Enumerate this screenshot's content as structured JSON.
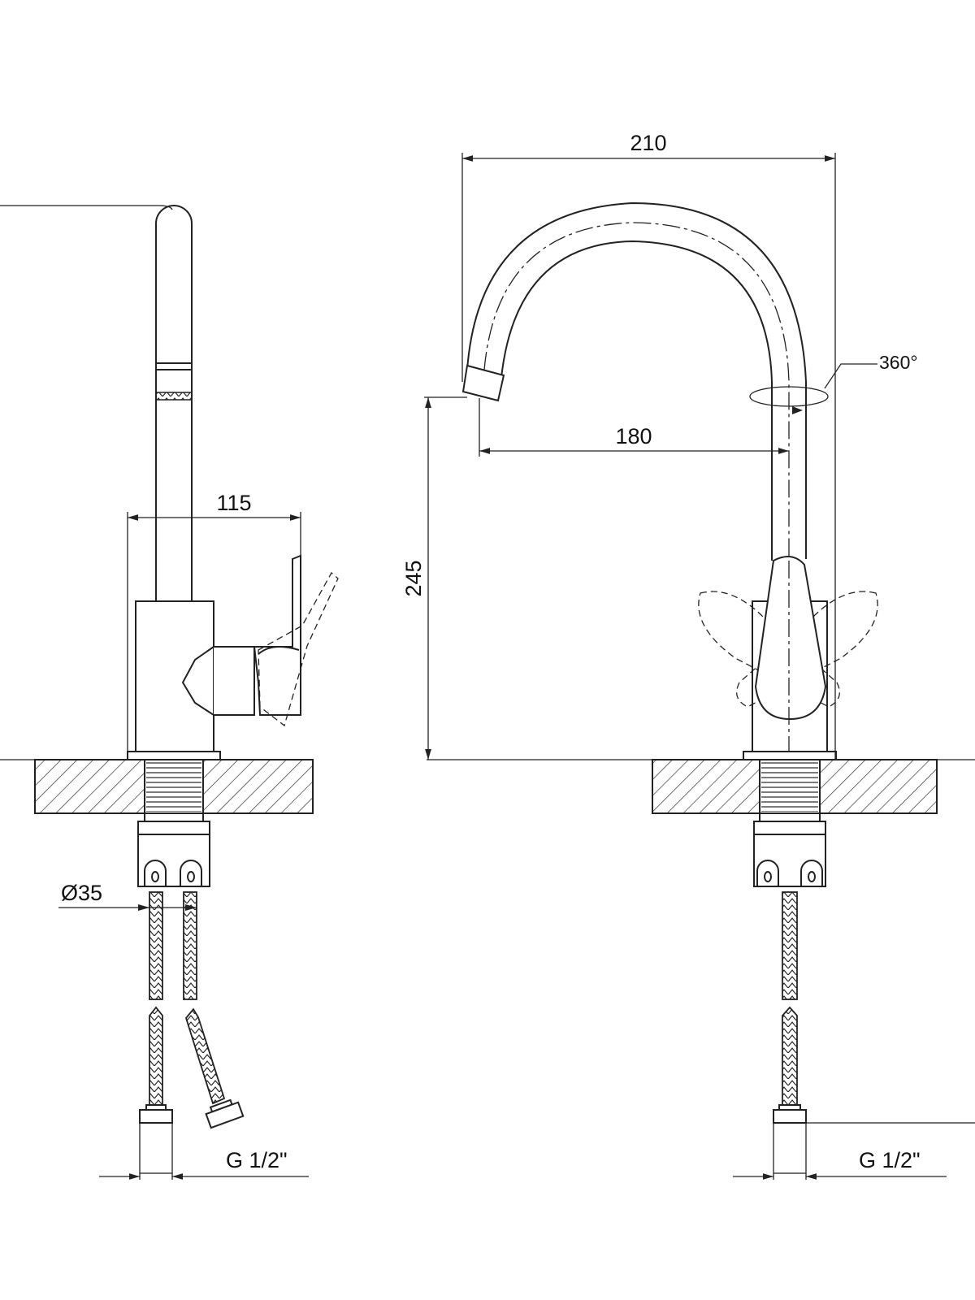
{
  "dimensions": {
    "side_depth": "115",
    "total_reach": "210",
    "spout_reach": "180",
    "height": "245",
    "rotation": "360°",
    "mounting_diameter": "Ø35",
    "connection_left": "G 1/2\"",
    "connection_right": "G 1/2\""
  },
  "colors": {
    "line": "#222222",
    "background": "#ffffff"
  }
}
